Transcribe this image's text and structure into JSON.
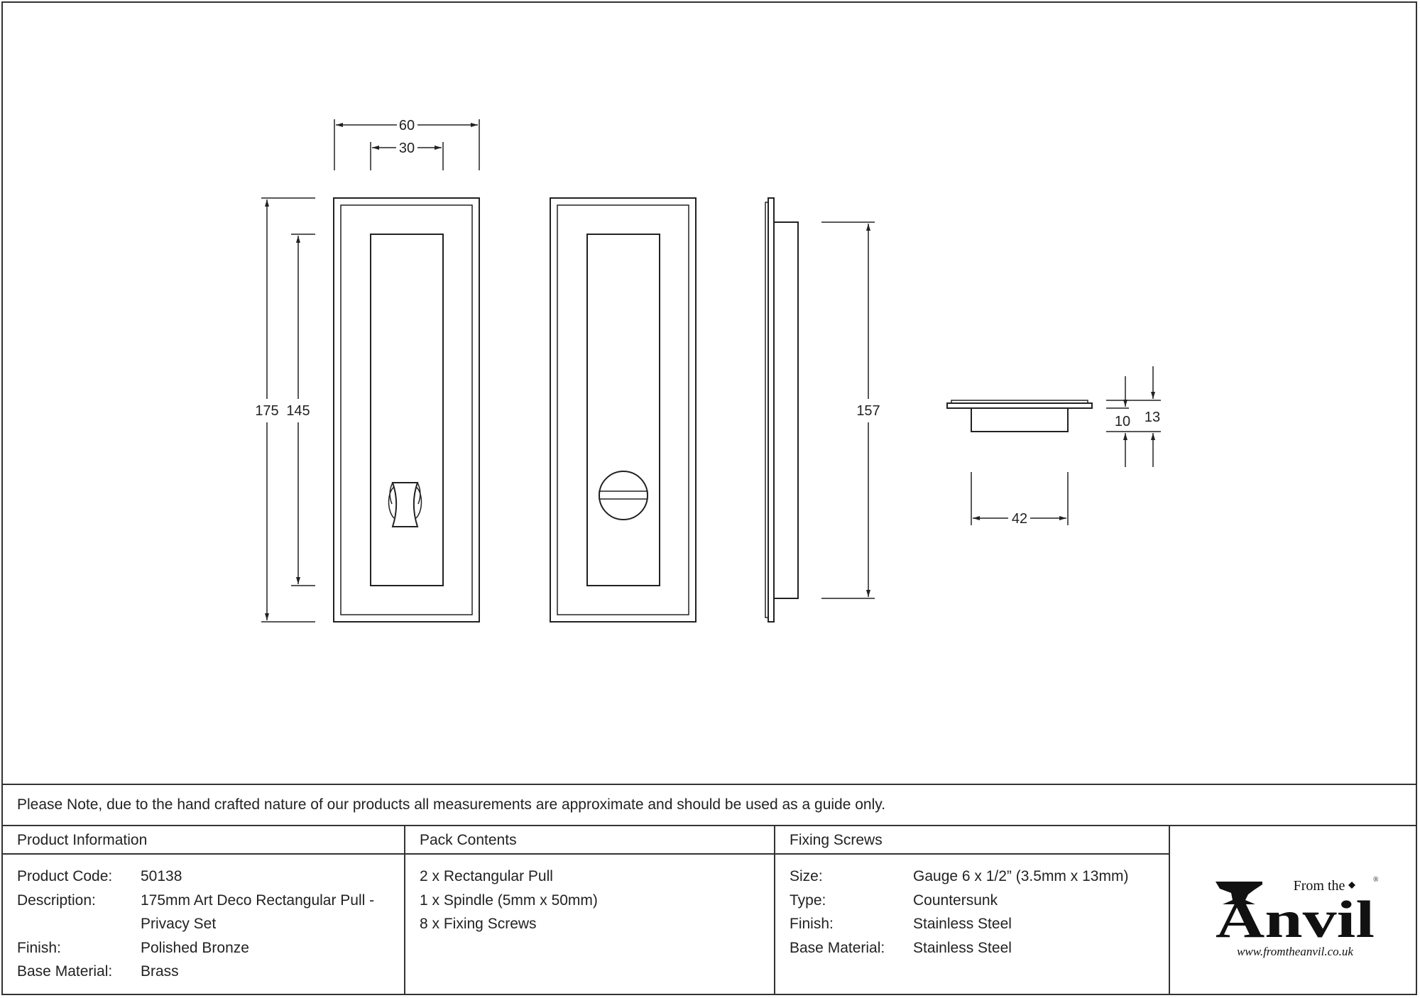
{
  "dimensions": {
    "width_overall": "60",
    "width_inner": "30",
    "height_overall": "175",
    "height_inner": "145",
    "side_height": "157",
    "flange_depth": "10",
    "total_depth": "13",
    "body_width": "42"
  },
  "note": "Please Note, due to the hand crafted nature of our products all measurements are approximate and should be used as a guide only.",
  "product_info": {
    "heading": "Product Information",
    "rows": [
      {
        "label": "Product Code:",
        "value": "50138"
      },
      {
        "label": "Description:",
        "value": "175mm Art Deco Rectangular Pull -"
      },
      {
        "label": "",
        "value": "Privacy Set"
      },
      {
        "label": "Finish:",
        "value": "Polished Bronze"
      },
      {
        "label": "Base Material:",
        "value": "Brass"
      }
    ]
  },
  "pack_contents": {
    "heading": "Pack Contents",
    "items": [
      "2 x Rectangular Pull",
      "1 x Spindle (5mm x 50mm)",
      "8 x Fixing Screws"
    ]
  },
  "fixing_screws": {
    "heading": "Fixing Screws",
    "rows": [
      {
        "label": "Size:",
        "value": "Gauge 6 x 1/2” (3.5mm x 13mm)"
      },
      {
        "label": "Type:",
        "value": "Countersunk"
      },
      {
        "label": "Finish:",
        "value": "Stainless Steel"
      },
      {
        "label": "Base Material:",
        "value": "Stainless Steel"
      }
    ]
  },
  "logo": {
    "from_the": "From the",
    "name": "Anvil",
    "registered": "®",
    "url": "www.fromtheanvil.co.uk"
  }
}
